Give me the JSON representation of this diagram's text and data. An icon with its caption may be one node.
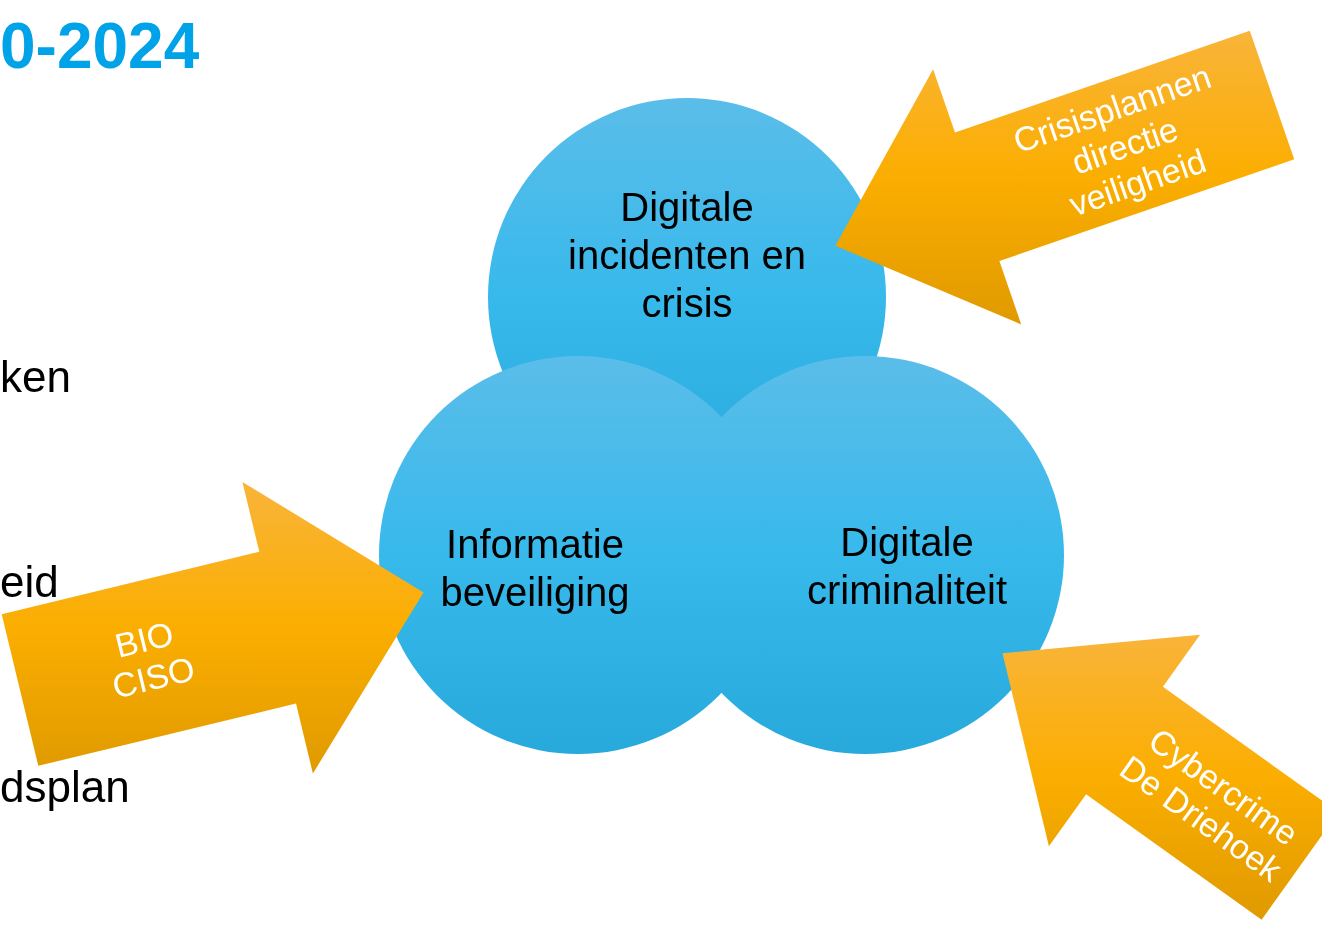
{
  "diagram": {
    "nodes": [
      {
        "text": [
          "Digitale incidenten en crisis"
        ]
      },
      {
        "text": [
          "Informatie beveiliging"
        ]
      },
      {
        "text": [
          "Digitale criminaliteit"
        ]
      }
    ],
    "edges": [
      {
        "from": null,
        "to": 0,
        "arrow": "to",
        "label": "Crisisplannen directie veiligheid"
      },
      {
        "from": null,
        "to": 1,
        "arrow": "to",
        "label": "BIO CISO"
      },
      {
        "from": null,
        "to": 2,
        "arrow": "to",
        "label": "Cybercrime De Driehoek"
      }
    ],
    "labels": [
      "0-2024",
      "ken",
      "eid",
      "dsplan"
    ]
  }
}
